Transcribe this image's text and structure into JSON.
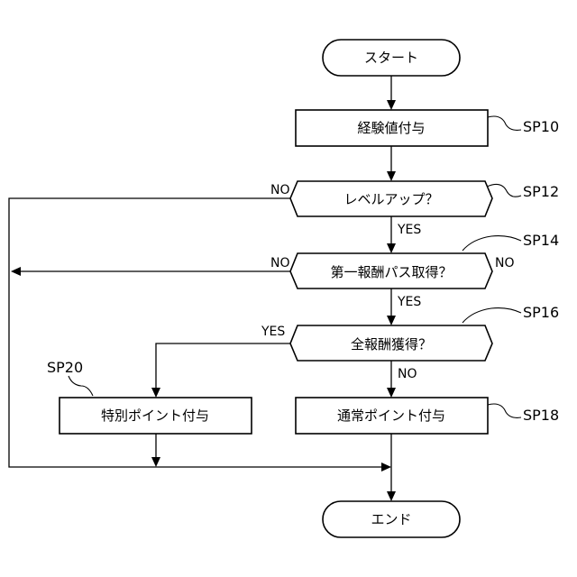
{
  "nodes": {
    "start": "スタート",
    "grant_exp": "経験値付与",
    "level_up": "レベルアップ？",
    "first_reward": "第一報酬パス取得？",
    "all_rewards": "全報酬獲得？",
    "special_points": "特別ポイント付与",
    "normal_points": "通常ポイント付与",
    "end": "エンド"
  },
  "refs": {
    "sp10": "SP10",
    "sp12": "SP12",
    "sp14": "SP14",
    "sp16": "SP16",
    "sp18": "SP18",
    "sp20": "SP20"
  },
  "branches": {
    "level_up_no": "NO",
    "level_up_yes": "YES",
    "first_reward_no_left": "NO",
    "first_reward_no_right": "NO",
    "first_reward_yes": "YES",
    "all_rewards_yes": "YES",
    "all_rewards_no": "NO"
  }
}
